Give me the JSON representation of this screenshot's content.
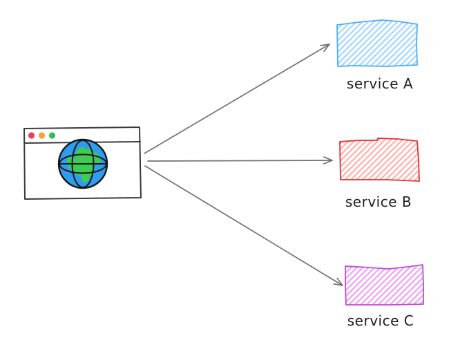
{
  "diagram": {
    "background_color": "#ffffff",
    "client": {
      "name": "browser-window",
      "window_stroke_color": "#3a3a3a",
      "traffic_lights": [
        {
          "name": "red-light",
          "color": "#ea3e5c"
        },
        {
          "name": "yellow-light",
          "color": "#f2a33c"
        },
        {
          "name": "green-light",
          "color": "#2fc14e"
        }
      ],
      "globe": {
        "icon": "globe-icon",
        "ocean_color": "#2e9cf0",
        "land_color": "#3ecb52",
        "outline_color": "#161616"
      }
    },
    "connections": {
      "arrow_color": "#6e7276",
      "arrows": [
        {
          "name": "arrow-to-service-a",
          "from": "browser-window",
          "to": "service A"
        },
        {
          "name": "arrow-to-service-b",
          "from": "browser-window",
          "to": "service B"
        },
        {
          "name": "arrow-to-service-c",
          "from": "browser-window",
          "to": "service C"
        }
      ]
    },
    "services": [
      {
        "label": "service A",
        "stroke_color": "#4dabf7",
        "hatch_color": "#a3d7fc"
      },
      {
        "label": "service B",
        "stroke_color": "#e03131",
        "hatch_color": "#ffb0ad"
      },
      {
        "label": "service C",
        "stroke_color": "#be4bdb",
        "hatch_color": "#eba4f2"
      }
    ],
    "label_color": "#1d1d1d"
  }
}
